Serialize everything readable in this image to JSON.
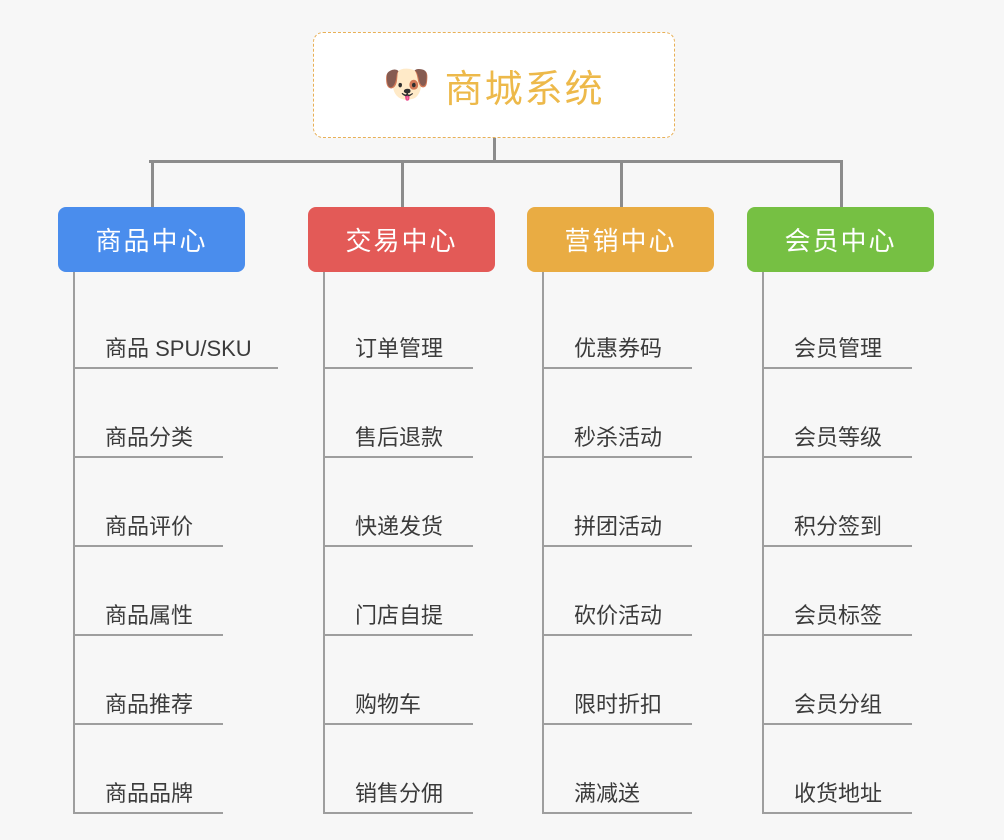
{
  "page": {
    "background_color": "#f7f7f7",
    "line_color": "#9e9e9e"
  },
  "root": {
    "icon": "dog-face-icon",
    "icon_glyph": "🐶",
    "title": "商城系统",
    "text_color": "#edb94a",
    "border_color": "#e8b057",
    "background_color": "#ffffff"
  },
  "branches": [
    {
      "id": "product-center",
      "label": "商品中心",
      "color": "#4a8ded",
      "items": [
        "商品 SPU/SKU",
        "商品分类",
        "商品评价",
        "商品属性",
        "商品推荐",
        "商品品牌"
      ]
    },
    {
      "id": "trade-center",
      "label": "交易中心",
      "color": "#e35a57",
      "items": [
        "订单管理",
        "售后退款",
        "快递发货",
        "门店自提",
        "购物车",
        "销售分佣"
      ]
    },
    {
      "id": "marketing-center",
      "label": "营销中心",
      "color": "#e9ac43",
      "items": [
        "优惠券码",
        "秒杀活动",
        "拼团活动",
        "砍价活动",
        "限时折扣",
        "满减送"
      ]
    },
    {
      "id": "member-center",
      "label": "会员中心",
      "color": "#76c043",
      "items": [
        "会员管理",
        "会员等级",
        "积分签到",
        "会员标签",
        "会员分组",
        "收货地址"
      ]
    }
  ]
}
